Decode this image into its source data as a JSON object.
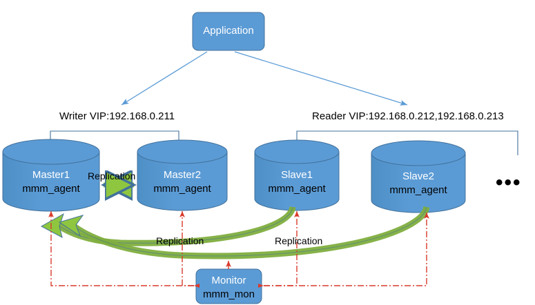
{
  "diagram": {
    "title_node": {
      "label": "Application",
      "shape": "rounded-rect",
      "fill": "#5b9bd5"
    },
    "vip_labels": {
      "writer": "Writer VIP:192.168.0.211",
      "reader": "Reader VIP:192.168.0.212,192.168.0.213"
    },
    "nodes": [
      {
        "id": "master1",
        "title": "Master1",
        "subtitle": "mmm_agent",
        "shape": "cylinder"
      },
      {
        "id": "master2",
        "title": "Master2",
        "subtitle": "mmm_agent",
        "shape": "cylinder"
      },
      {
        "id": "slave1",
        "title": "Slave1",
        "subtitle": "mmm_agent",
        "shape": "cylinder"
      },
      {
        "id": "slave2",
        "title": "Slave2",
        "subtitle": "mmm_agent",
        "shape": "cylinder"
      }
    ],
    "more_nodes_indicator": "•••",
    "monitor": {
      "title": "Monitor",
      "subtitle": "mmm_mon",
      "shape": "rounded-rect"
    },
    "edge_labels": {
      "replication_masters": "Replication",
      "replication_slave1": "Replication",
      "replication_slave2": "Replication"
    },
    "colors": {
      "node_fill": "#5b9bd5",
      "node_stroke": "#41719c",
      "connector_blue": "#5b9bd5",
      "replication_green": "#8ec640",
      "replication_green_stroke": "#41719c",
      "monitor_red": "#d93a2b",
      "text_white": "#ffffff",
      "text_black": "#000000"
    }
  }
}
